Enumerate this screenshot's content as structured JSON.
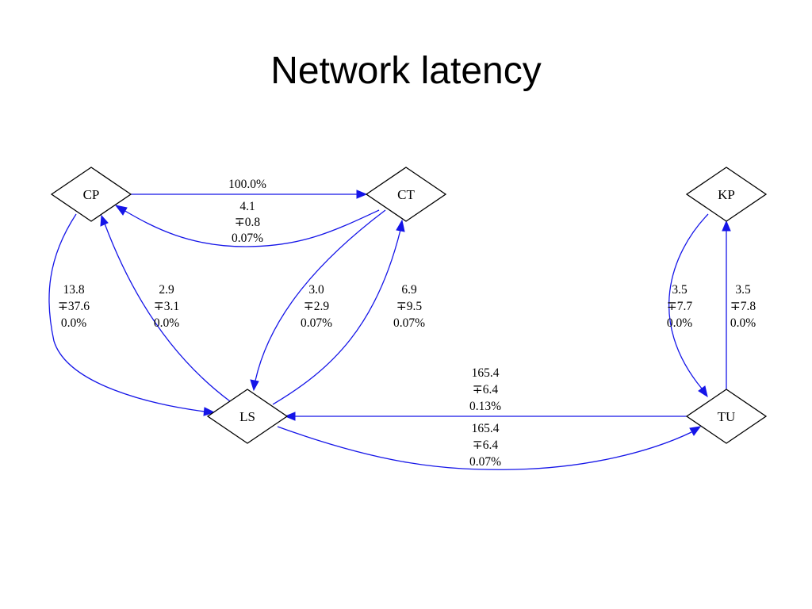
{
  "title": "Network latency",
  "nodes": {
    "cp": "CP",
    "ct": "CT",
    "kp": "KP",
    "ls": "LS",
    "tu": "TU"
  },
  "edges": {
    "cp_ct": [
      "100.0%"
    ],
    "ct_cp": [
      "4.1",
      "∓0.8",
      "0.07%"
    ],
    "cp_ls": [
      "13.8",
      "∓37.6",
      "0.0%"
    ],
    "ls_cp": [
      "2.9",
      "∓3.1",
      "0.0%"
    ],
    "ct_ls": [
      "3.0",
      "∓2.9",
      "0.07%"
    ],
    "ls_ct": [
      "6.9",
      "∓9.5",
      "0.07%"
    ],
    "kp_tu": [
      "3.5",
      "∓7.7",
      "0.0%"
    ],
    "tu_kp": [
      "3.5",
      "∓7.8",
      "0.0%"
    ],
    "tu_ls": [
      "165.4",
      "∓6.4",
      "0.13%"
    ],
    "ls_tu": [
      "165.4",
      "∓6.4",
      "0.07%"
    ]
  },
  "colors": {
    "edge": "#1515e8",
    "node_border": "#000000"
  }
}
